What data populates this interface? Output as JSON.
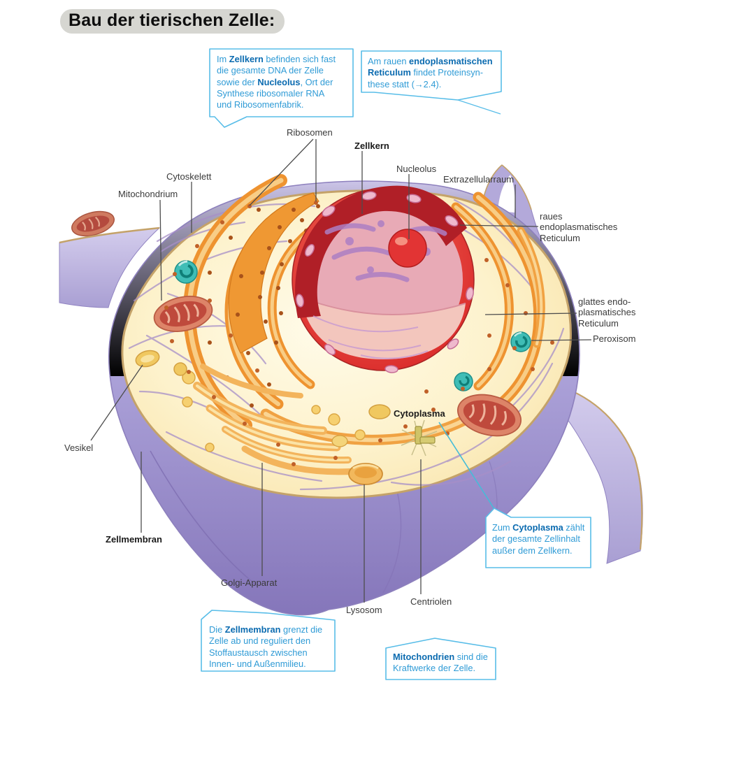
{
  "title": "Bau der tierischen Zelle:",
  "labels": {
    "ribosomen": "Ribosomen",
    "zellkern": "Zellkern",
    "nucleolus": "Nucleolus",
    "extrazellularraum": "Extrazellularraum",
    "cytoskelett": "Cytoskelett",
    "mitochondrium": "Mitochondrium",
    "raues_er": "raues\nendoplasmatisches\nReticulum",
    "glattes_er": "glattes endo-\nplasmatisches\nReticulum",
    "peroxisom": "Peroxisom",
    "cytoplasma": "Cytoplasma",
    "vesikel": "Vesikel",
    "zellmembran": "Zellmembran",
    "golgi_apparat": "Golgi-Apparat",
    "lysosom": "Lysosom",
    "centriolen": "Centriolen"
  },
  "callouts": {
    "zellkern": {
      "segments": [
        {
          "t": "Im "
        },
        {
          "t": "Zellkern",
          "b": true
        },
        {
          "t": " befinden sich fast"
        },
        {
          "br": true
        },
        {
          "t": "die gesamte DNA der Zelle"
        },
        {
          "br": true
        },
        {
          "t": "sowie der "
        },
        {
          "t": "Nucleolus",
          "b": true
        },
        {
          "t": ", Ort der"
        },
        {
          "br": true
        },
        {
          "t": "Synthese ribosomaler RNA"
        },
        {
          "br": true
        },
        {
          "t": "und Ribosomenfabrik."
        }
      ]
    },
    "raues_er": {
      "segments": [
        {
          "t": "Am rauen "
        },
        {
          "t": "endoplasmatischen",
          "b": true
        },
        {
          "br": true
        },
        {
          "t": "Reticulum",
          "b": true
        },
        {
          "t": " findet Proteinsyn-"
        },
        {
          "br": true
        },
        {
          "t": "these statt (→2.4)."
        }
      ]
    },
    "cytoplasma": {
      "segments": [
        {
          "t": "Zum "
        },
        {
          "t": "Cytoplasma",
          "b": true
        },
        {
          "t": " zählt"
        },
        {
          "br": true
        },
        {
          "t": "der gesamte Zellinhalt"
        },
        {
          "br": true
        },
        {
          "t": "außer dem Zellkern."
        }
      ]
    },
    "zellmembran": {
      "segments": [
        {
          "t": "Die "
        },
        {
          "t": "Zellmembran",
          "b": true
        },
        {
          "t": " grenzt die"
        },
        {
          "br": true
        },
        {
          "t": "Zelle ab und reguliert den"
        },
        {
          "br": true
        },
        {
          "t": "Stoffaustausch zwischen"
        },
        {
          "br": true
        },
        {
          "t": "Innen- und Außenmilieu."
        }
      ]
    },
    "mitochondrien": {
      "segments": [
        {
          "t": "Mitochondrien",
          "b": true
        },
        {
          "t": " sind die"
        },
        {
          "br": true
        },
        {
          "t": "Kraftwerke der Zelle."
        }
      ]
    }
  },
  "colors": {
    "callout_text": "#2f9bd6",
    "callout_text_bold": "#0b6bb0",
    "callout_border": "#58bde8",
    "membrane_purple": "#9b8cc8",
    "cytoplasm_cream": "#fdf2cc",
    "nucleus_red": "#c22f2f",
    "er_orange": "#ee9330",
    "peroxisome_teal": "#2fb3ac",
    "label_text": "#3a3a3a",
    "title_bg": "#d6d6d1"
  }
}
